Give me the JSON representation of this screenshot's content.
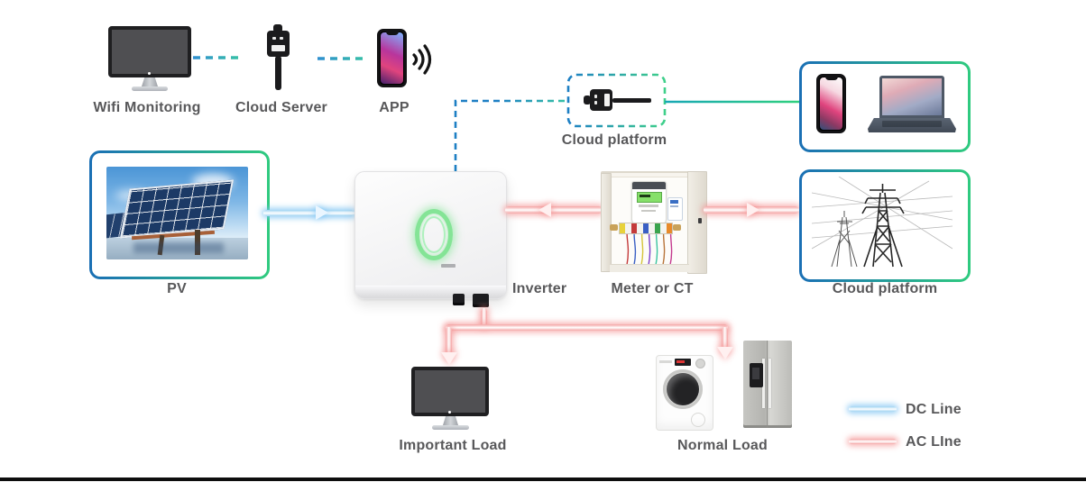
{
  "nodes": {
    "wifi_monitoring": {
      "label": "Wifi Monitoring",
      "icon": "desktop-monitor"
    },
    "cloud_server": {
      "label": "Cloud Server",
      "icon": "wifi-dongle-vertical"
    },
    "app": {
      "label": "APP",
      "icon": "smartphone-with-signal"
    },
    "cloud_platform": {
      "label": "Cloud platform",
      "icon": "wifi-dongle-horizontal"
    },
    "remote_devices": {
      "icon": "smartphone-and-laptop"
    },
    "pv": {
      "label": "PV",
      "icon": "solar-panel-photo"
    },
    "inverter": {
      "label": "Inverter",
      "icon": "inverter-unit"
    },
    "meter": {
      "label": "Meter or CT",
      "icon": "meter-cabinet"
    },
    "grid": {
      "label": "Cloud platform",
      "icon": "transmission-tower"
    },
    "important_load": {
      "label": "Important Load",
      "icon": "desktop-monitor"
    },
    "normal_load": {
      "label": "Normal Load",
      "icon": "washing-machine-and-fridge"
    }
  },
  "legend": {
    "dc": {
      "label": "DC Line",
      "color": "#9fd3f2"
    },
    "ac": {
      "label": "AC LIne",
      "color": "#f4a3a3"
    }
  },
  "colors": {
    "label_text": "#58585a",
    "dashed_blue": "#1d7fc4",
    "dashed_teal": "#37c3a4",
    "box_border_start": "#1a6fb5",
    "box_border_end": "#2fcb7f",
    "inverter_led": "#84e496",
    "dc_line": "#9fd3f2",
    "ac_line": "#f4a3a3"
  }
}
